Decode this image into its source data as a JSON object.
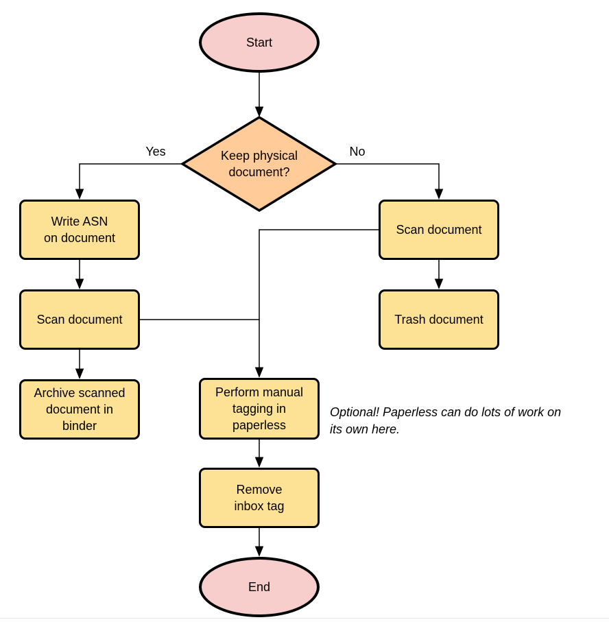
{
  "flowchart": {
    "nodes": {
      "start": {
        "label": "Start",
        "type": "terminator"
      },
      "keep_decision": {
        "label": "Keep physical\ndocument?",
        "type": "decision"
      },
      "write_asn": {
        "label": "Write ASN\non document",
        "type": "process"
      },
      "scan_left": {
        "label": "Scan document",
        "type": "process"
      },
      "archive": {
        "label": "Archive scanned\ndocument in\nbinder",
        "type": "process"
      },
      "scan_right": {
        "label": "Scan document",
        "type": "process"
      },
      "trash": {
        "label": "Trash document",
        "type": "process"
      },
      "tagging": {
        "label": "Perform manual\ntagging in\npaperless",
        "type": "process"
      },
      "remove_inbox": {
        "label": "Remove\ninbox tag",
        "type": "process"
      },
      "end": {
        "label": "End",
        "type": "terminator"
      }
    },
    "edge_labels": {
      "yes": "Yes",
      "no": "No"
    },
    "note": "Optional! Paperless can do lots of work on\nits own here.",
    "colors": {
      "terminator_fill": "#f8cecc",
      "decision_fill": "#ffcc99",
      "process_fill": "#fde295",
      "stroke": "#000000",
      "background": "#ffffff"
    }
  }
}
